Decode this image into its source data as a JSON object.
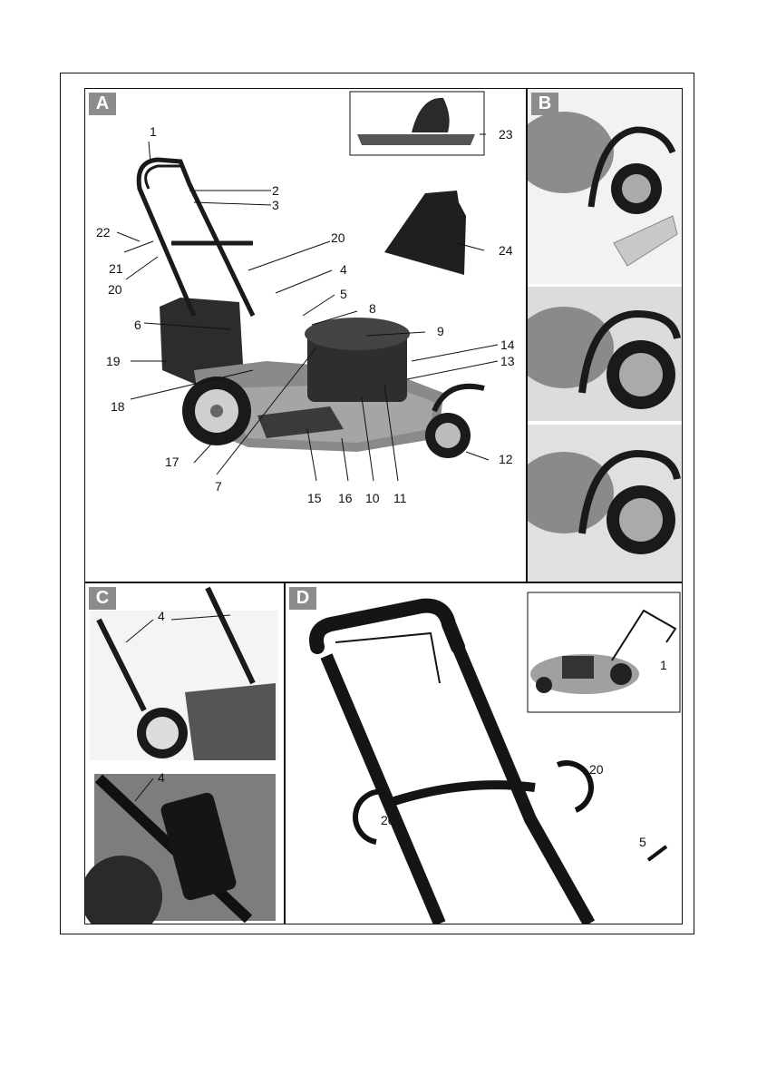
{
  "panels": {
    "a": {
      "letter": "A"
    },
    "b": {
      "letter": "B"
    },
    "c": {
      "letter": "C"
    },
    "d": {
      "letter": "D"
    }
  },
  "callouts_a": [
    "1",
    "2",
    "3",
    "22",
    "21",
    "20",
    "20",
    "4",
    "5",
    "6",
    "8",
    "9",
    "14",
    "19",
    "13",
    "18",
    "17",
    "12",
    "7",
    "15",
    "16",
    "10",
    "11",
    "23",
    "24"
  ],
  "callouts_c": [
    "4",
    "4"
  ],
  "callouts_d": [
    "1",
    "20",
    "20",
    "5"
  ],
  "colors": {
    "panel_badge": "#8c8c8c",
    "line": "#111111"
  }
}
